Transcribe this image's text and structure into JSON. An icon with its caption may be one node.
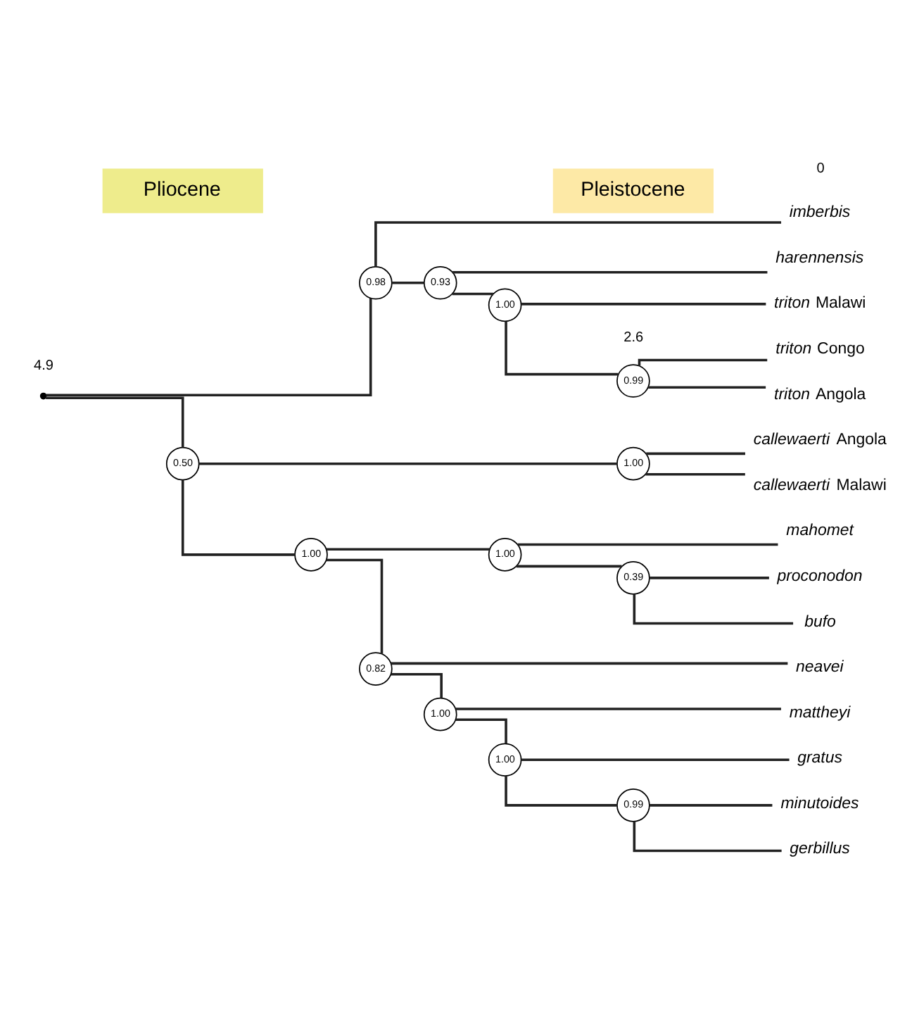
{
  "diagram": {
    "nodes": [
      {
        "text": [],
        "shape": "point"
      },
      {
        "text": [
          "0.98"
        ]
      },
      {
        "text": [
          "imberbis"
        ]
      },
      {
        "text": [
          "0.93"
        ]
      },
      {
        "text": [
          "harennensis"
        ]
      },
      {
        "text": [
          "1.00"
        ]
      },
      {
        "text": [
          "*triton* Malawi"
        ]
      },
      {
        "text": [
          "0.99"
        ]
      },
      {
        "text": [
          "*triton* Congo"
        ]
      },
      {
        "text": [
          "*triton* Angola"
        ]
      },
      {
        "text": [
          "0.50"
        ]
      },
      {
        "text": [
          "1.00"
        ]
      },
      {
        "text": [
          "*callewaerti* Angola"
        ]
      },
      {
        "text": [
          "*callewaerti* Malawi"
        ]
      },
      {
        "text": [
          "1.00"
        ]
      },
      {
        "text": [
          "1.00"
        ]
      },
      {
        "text": [
          "mahomet"
        ]
      },
      {
        "text": [
          "0.39"
        ]
      },
      {
        "text": [
          "proconodon"
        ]
      },
      {
        "text": [
          "bufo"
        ]
      },
      {
        "text": [
          "0.82"
        ]
      },
      {
        "text": [
          "neavei"
        ]
      },
      {
        "text": [
          "1.00"
        ]
      },
      {
        "text": [
          "mattheyi"
        ]
      },
      {
        "text": [
          "1.00"
        ]
      },
      {
        "text": [
          "gratus"
        ]
      },
      {
        "text": [
          "0.99"
        ]
      },
      {
        "text": [
          "minutoides"
        ]
      },
      {
        "text": [
          "gerbillus"
        ]
      }
    ],
    "edges": [
      {
        "from": 0,
        "to": 1,
        "arrow": "none"
      },
      {
        "from": 1,
        "to": 2,
        "arrow": "none"
      },
      {
        "from": 1,
        "to": 3,
        "arrow": "none"
      },
      {
        "from": 3,
        "to": 4,
        "arrow": "none"
      },
      {
        "from": 3,
        "to": 5,
        "arrow": "none"
      },
      {
        "from": 5,
        "to": 6,
        "arrow": "none"
      },
      {
        "from": 5,
        "to": 7,
        "arrow": "none"
      },
      {
        "from": 7,
        "to": 8,
        "arrow": "none"
      },
      {
        "from": 7,
        "to": 9,
        "arrow": "none"
      },
      {
        "from": 0,
        "to": 10,
        "arrow": "none"
      },
      {
        "from": 10,
        "to": 11,
        "arrow": "none"
      },
      {
        "from": 11,
        "to": 12,
        "arrow": "none"
      },
      {
        "from": 11,
        "to": 13,
        "arrow": "none"
      },
      {
        "from": 10,
        "to": 14,
        "arrow": "none"
      },
      {
        "from": 14,
        "to": 15,
        "arrow": "none"
      },
      {
        "from": 15,
        "to": 16,
        "arrow": "none"
      },
      {
        "from": 15,
        "to": 17,
        "arrow": "none"
      },
      {
        "from": 17,
        "to": 18,
        "arrow": "none"
      },
      {
        "from": 17,
        "to": 19,
        "arrow": "none"
      },
      {
        "from": 14,
        "to": 20,
        "arrow": "none"
      },
      {
        "from": 20,
        "to": 21,
        "arrow": "none"
      },
      {
        "from": 20,
        "to": 22,
        "arrow": "none"
      },
      {
        "from": 22,
        "to": 23,
        "arrow": "none"
      },
      {
        "from": 22,
        "to": 24,
        "arrow": "none"
      },
      {
        "from": 24,
        "to": 25,
        "arrow": "none"
      },
      {
        "from": 24,
        "to": 26,
        "arrow": "none"
      },
      {
        "from": 26,
        "to": 27,
        "arrow": "none"
      },
      {
        "from": 26,
        "to": 28,
        "arrow": "none"
      }
    ],
    "labels": [
      "4.9",
      "2.6",
      "0",
      "Pliocene",
      "Pleistocene"
    ]
  }
}
